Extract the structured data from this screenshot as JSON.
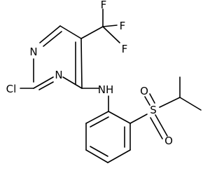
{
  "molecule": {
    "atoms": [
      {
        "id": "f1",
        "label": "F"
      },
      {
        "id": "f2",
        "label": "F"
      },
      {
        "id": "f3",
        "label": "F"
      },
      {
        "id": "n1",
        "label": "N"
      },
      {
        "id": "n3",
        "label": "N"
      },
      {
        "id": "cl",
        "label": "Cl"
      },
      {
        "id": "nh",
        "label": "NH"
      },
      {
        "id": "o1",
        "label": "O"
      },
      {
        "id": "o2",
        "label": "O"
      },
      {
        "id": "s",
        "label": "S"
      }
    ]
  }
}
